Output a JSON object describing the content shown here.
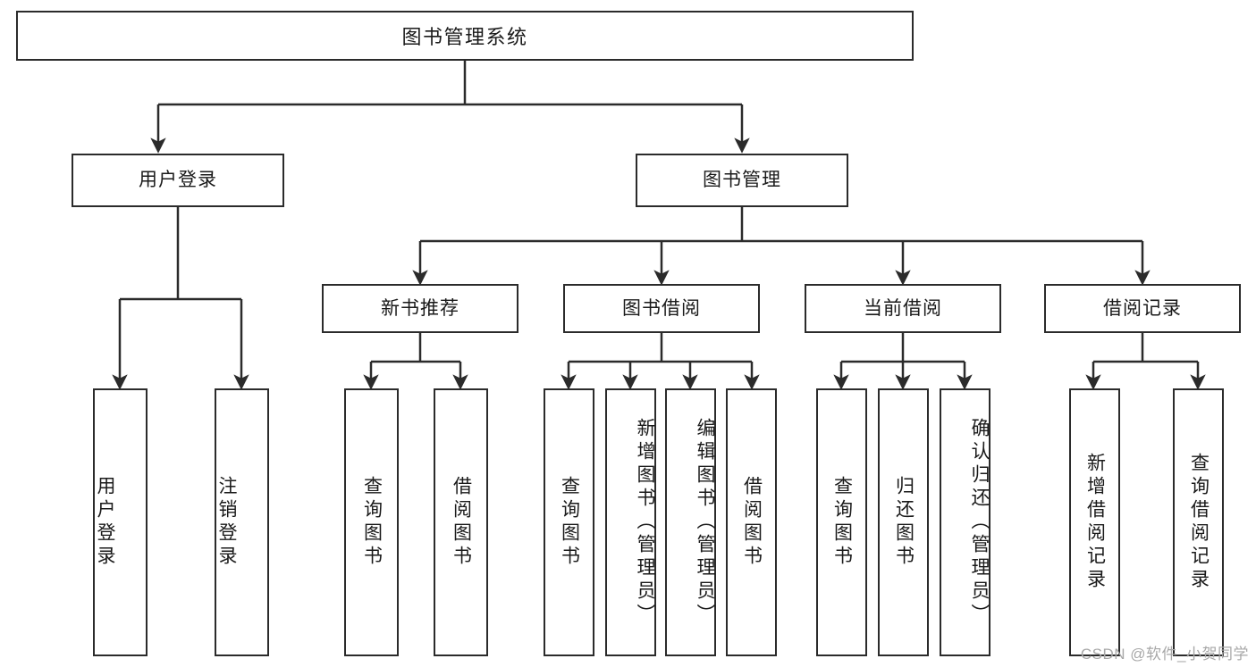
{
  "diagram": {
    "title": "图书管理系统",
    "type": "hierarchy-tree",
    "watermark": "CSDN @软件_小贺同学",
    "colors": {
      "background": "#ffffff",
      "stroke": "#2b2b2b",
      "text": "#1a1a1a",
      "watermark": "#a8a8a8"
    },
    "root": {
      "label": "图书管理系统"
    },
    "level2": [
      {
        "label": "用户登录"
      },
      {
        "label": "图书管理"
      }
    ],
    "level3": [
      {
        "label": "新书推荐"
      },
      {
        "label": "图书借阅"
      },
      {
        "label": "当前借阅"
      },
      {
        "label": "借阅记录"
      }
    ],
    "leaves": {
      "user_login": [
        {
          "label": "用户登录"
        },
        {
          "label": "注销登录"
        }
      ],
      "new_book": [
        {
          "label": "查询图书"
        },
        {
          "label": "借阅图书"
        }
      ],
      "borrow_book": [
        {
          "label": "查询图书"
        },
        {
          "label": "新增图书（管理员）"
        },
        {
          "label": "编辑图书（管理员）"
        },
        {
          "label": "借阅图书"
        }
      ],
      "current_borrow": [
        {
          "label": "查询图书"
        },
        {
          "label": "归还图书"
        },
        {
          "label": "确认归还（管理员）"
        }
      ],
      "borrow_record": [
        {
          "label": "新增借阅记录"
        },
        {
          "label": "查询借阅记录"
        }
      ]
    }
  }
}
